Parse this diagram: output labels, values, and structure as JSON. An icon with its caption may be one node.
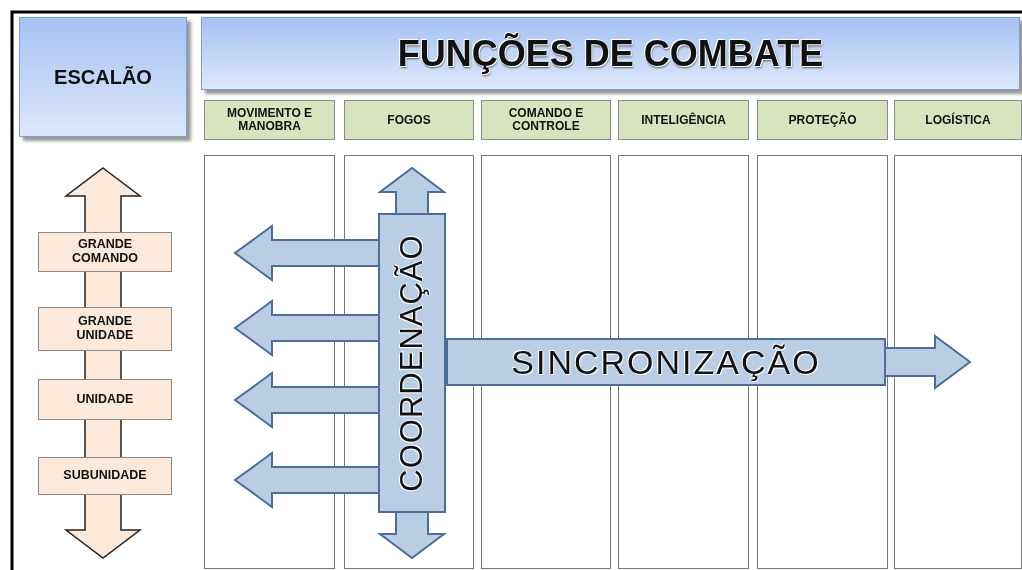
{
  "diagram": {
    "nodes": [
      {
        "text": [
          "ESCALÃO"
        ]
      },
      {
        "text": [
          "FUNÇÕES DE COMBATE"
        ]
      },
      {
        "text": [
          "MOVIMENTO E MANOBRA"
        ]
      },
      {
        "text": [
          "FOGOS"
        ]
      },
      {
        "text": [
          "COMANDO E CONTROLE"
        ]
      },
      {
        "text": [
          "INTELIGÊNCIA"
        ]
      },
      {
        "text": [
          "PROTEÇÃO"
        ]
      },
      {
        "text": [
          "LOGÍSTICA"
        ]
      },
      {
        "text": [],
        "shape": "box"
      },
      {
        "text": [],
        "shape": "box"
      },
      {
        "text": [],
        "shape": "box"
      },
      {
        "text": [],
        "shape": "box"
      },
      {
        "text": [],
        "shape": "box"
      },
      {
        "text": [],
        "shape": "box"
      },
      {
        "text": [
          "GRANDE COMANDO"
        ]
      },
      {
        "text": [
          "GRANDE UNIDADE"
        ]
      },
      {
        "text": [
          "UNIDADE"
        ]
      },
      {
        "text": [
          "SUBUNIDADE"
        ]
      },
      {
        "text": [
          "COORDENAÇÃO"
        ],
        "in": 9
      },
      {
        "text": [
          "SINCRONIZAÇÃO"
        ]
      }
    ],
    "edges": [
      {
        "from": 18,
        "to": null,
        "arrow": "to"
      },
      {
        "from": 18,
        "to": null,
        "arrow": "to"
      },
      {
        "from": 18,
        "to": null,
        "arrow": "to"
      },
      {
        "from": 18,
        "to": null,
        "arrow": "to"
      },
      {
        "from": 18,
        "to": null,
        "arrow": "to"
      },
      {
        "from": 18,
        "to": null,
        "arrow": "to"
      },
      {
        "from": 19,
        "to": null,
        "arrow": "to"
      }
    ]
  }
}
